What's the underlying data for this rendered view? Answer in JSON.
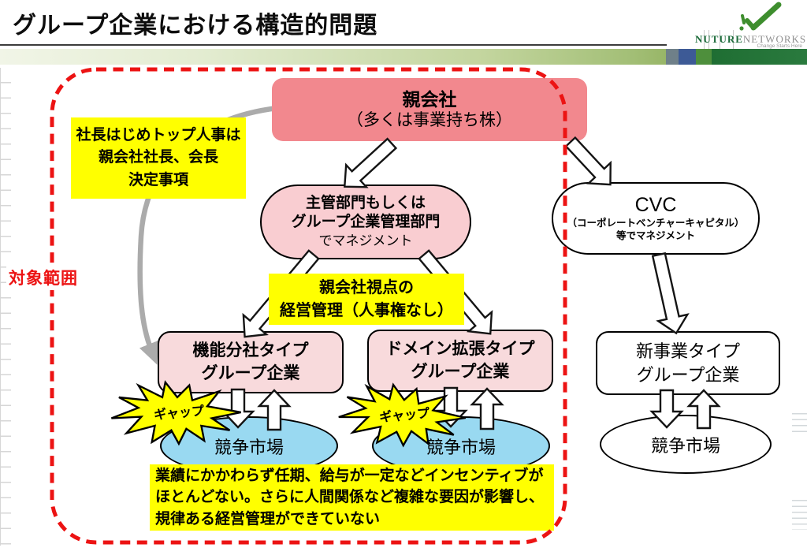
{
  "header": {
    "title": "グループ企業における構造的問題",
    "logo": {
      "brand_green": "NUTURE",
      "brand_gray": "NETWORKS",
      "tagline": "Change Starts Here"
    }
  },
  "scope_label": "対象範囲",
  "diagram": {
    "parent_box": {
      "line1": "親会社",
      "line2": "（多くは事業持ち株）"
    },
    "top_note": {
      "line1": "社長はじめトップ人事は",
      "line2": "親会社社長、会長",
      "line3": "決定事項"
    },
    "mgmt_box": {
      "line1": "主管部門もしくは",
      "line2": "グループ企業管理部門",
      "line3": "でマネジメント"
    },
    "cvc_box": {
      "line1": "CVC",
      "line2": "（コーポレートベンチャーキャピタル）",
      "line3": "等でマネジメント"
    },
    "mid_note": {
      "line1": "親会社視点の",
      "line2": "経営管理（人事権なし）"
    },
    "func_box": {
      "line1": "機能分社タイプ",
      "line2": "グループ企業"
    },
    "domain_box": {
      "line1": "ドメイン拡張タイプ",
      "line2": "グループ企業"
    },
    "newbiz_box": {
      "line1": "新事業タイプ",
      "line2": "グループ企業"
    },
    "market1": "競争市場",
    "market2": "競争市場",
    "market3": "競争市場",
    "gap1": "ギャップ",
    "gap2": "ギャップ",
    "bottom_note": {
      "line1": "業績にかかわらず任期、給与が一定などインセンティブが",
      "line2": "ほとんどない。さらに人間関係など複雑な要因が影響し、",
      "line3": "規律ある経営管理ができていない"
    }
  },
  "colors": {
    "accent_red": "#ec1313",
    "parent_pink": "#f2888e",
    "stadium_pink": "#f9cdd1",
    "box_pink": "#f8dadc",
    "market_blue": "#99d9f1",
    "highlight_yellow": "#ffff00",
    "logo_green": "#3e8e2e",
    "brand_green": "#1c6b3a"
  }
}
